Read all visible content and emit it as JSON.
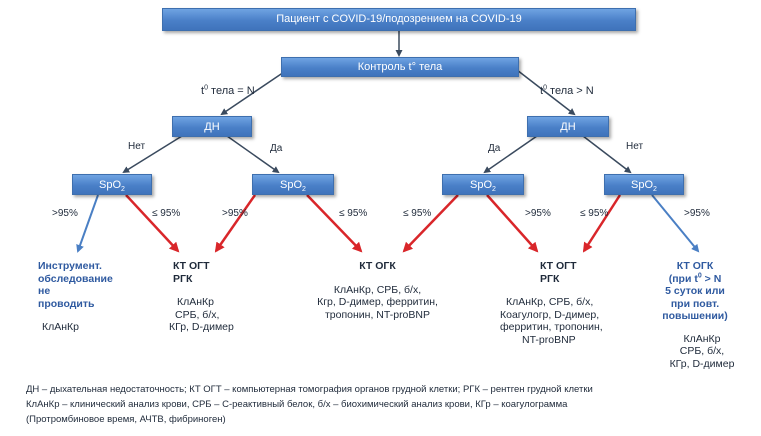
{
  "nodes": {
    "root": "Пациент с COVID-19/подозрением на COVID-19",
    "temp_control": "Контроль t° тела",
    "dn_left": "ДН",
    "dn_right": "ДН",
    "spo2_base": "SpO",
    "spo2_sub": "2"
  },
  "edge_labels": {
    "t_normal_base": "t",
    "t_normal_sup": "0",
    "t_normal_rest": " тела = N",
    "t_high_base": "t",
    "t_high_sup": "0",
    "t_high_rest": " тела > N",
    "left_no": "Нет",
    "left_yes": "Да",
    "right_yes": "Да",
    "right_no": "Нет",
    "gt95_1": ">95%",
    "le95_1": "≤ 95%",
    "gt95_2": ">95%",
    "le95_2": "≤ 95%",
    "le95_3": "≤ 95%",
    "gt95_3": ">95%",
    "le95_4": "≤ 95%",
    "gt95_4": ">95%"
  },
  "outcomes": {
    "o1": {
      "lines": [
        "Инструмент.",
        "обследование",
        "не",
        "проводить"
      ],
      "sub": "КлАнКр"
    },
    "o2": {
      "title": [
        "КТ ОГТ",
        "РГК"
      ],
      "lines": [
        "КлАнКр",
        "СРБ, б/х,",
        "КГр, D-димер"
      ]
    },
    "o3": {
      "title": [
        "КТ ОГК"
      ],
      "lines": [
        "КлАнКр, СРБ, б/х,",
        "Кгр, D-димер, ферритин,",
        "тропонин, NT-proBNP"
      ]
    },
    "o4": {
      "title": [
        "КТ ОГТ",
        "РГК"
      ],
      "lines": [
        "КлАнКр, СРБ, б/х,",
        "Коагулогр, D-димер,",
        "ферритин, тропонин,",
        "NT-proBNP"
      ]
    },
    "o5": {
      "title": [
        "КТ ОГК"
      ],
      "cond": [
        "(при t",
        "0",
        " > N",
        "5 суток или",
        "при повт.",
        "повышении)"
      ],
      "lines": [
        "КлАнКр",
        "СРБ, б/х,",
        "КГр, D-димер"
      ]
    }
  },
  "footnotes": [
    "ДН – дыхательная недостаточность; КТ ОГТ – компьютерная томография органов грудной клетки; РГК – рентген грудной клетки",
    "КлАнКр – клинический анализ крови, СРБ – С-реактивный белок, б/х – биохимический анализ крови, КГр – коагулограмма",
    "(Протромбиновое время, АЧТВ, фибриноген)"
  ],
  "colors": {
    "box": "#4a80c8",
    "blue_arrow": "#4a7fc4",
    "red_arrow": "#d9262a",
    "dark_connector": "#3a4a5e"
  }
}
